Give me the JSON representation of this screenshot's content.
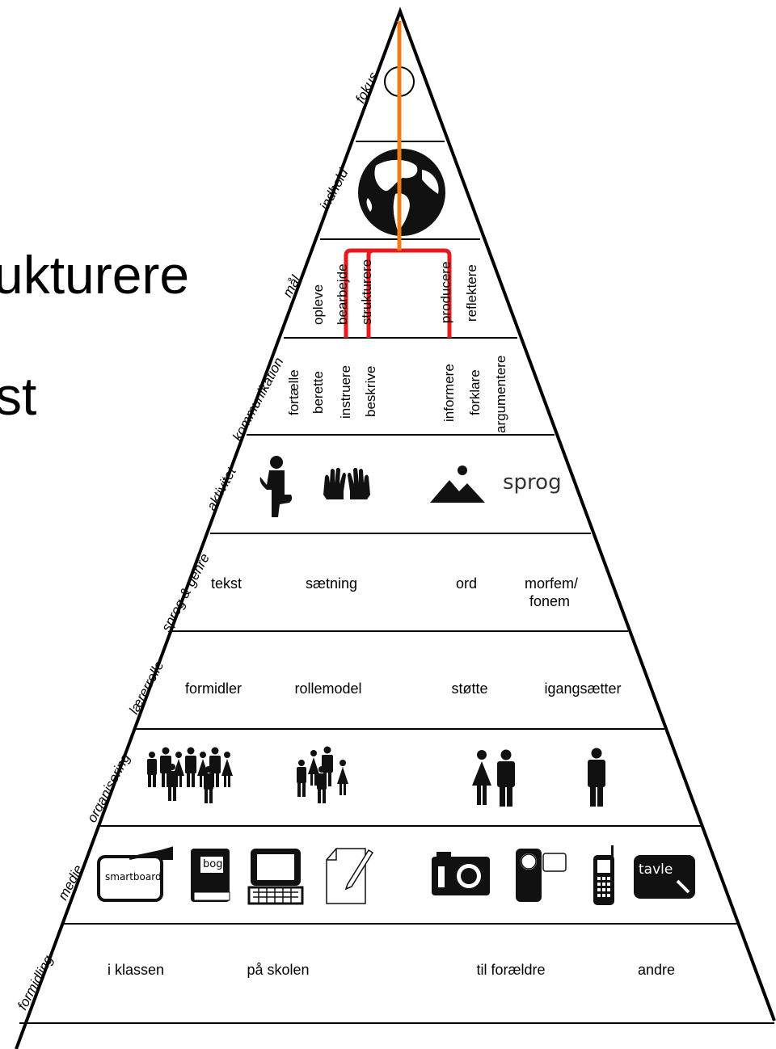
{
  "background_text": {
    "line1": "ukturere",
    "line2": "st"
  },
  "levels": {
    "fokus": "fokus",
    "indhold": "indhold",
    "maal": "mål",
    "kommunikation": "kommunikation",
    "aktivitet": "aktivitet",
    "sprog_genre": "sprog & genre",
    "laererrolle": "lærerrolle",
    "organisering": "organisering",
    "medie": "medie",
    "formidling": "formidling"
  },
  "maal_words": [
    "opleve",
    "bearbejde",
    "strukturere",
    "producere",
    "reflektere"
  ],
  "kommunikation_words": [
    "fortælle",
    "berette",
    "instruere",
    "beskrive",
    "informere",
    "forklare",
    "argumentere"
  ],
  "aktivitet": {
    "sprog": "sprog"
  },
  "sprog_genre": {
    "tekst": "tekst",
    "saetning": "sætning",
    "ord": "ord",
    "morfem1": "morfem/",
    "morfem2": "fonem"
  },
  "laererrolle": {
    "formidler": "formidler",
    "rollemodel": "rollemodel",
    "stoette": "støtte",
    "igangsaetter": "igangsætter"
  },
  "medie": {
    "smartboard": "smartboard",
    "bog": "bog",
    "tavle": "tavle"
  },
  "formidling": {
    "klassen": "i klassen",
    "skolen": "på skolen",
    "foraeldre": "til forældre",
    "andre": "andre"
  },
  "colors": {
    "highlight_red": "#e8191c",
    "highlight_orange": "#f07c1c",
    "line": "#000000"
  },
  "icons": [
    "globe-icon",
    "kneeling-person-icon",
    "hands-icon",
    "mountain-icon",
    "class-group-icon",
    "small-group-icon",
    "pair-icon",
    "single-person-icon",
    "smartboard-icon",
    "book-icon",
    "computer-icon",
    "paper-pencil-icon",
    "camera-icon",
    "video-camera-icon",
    "mobile-phone-icon",
    "blackboard-icon"
  ]
}
